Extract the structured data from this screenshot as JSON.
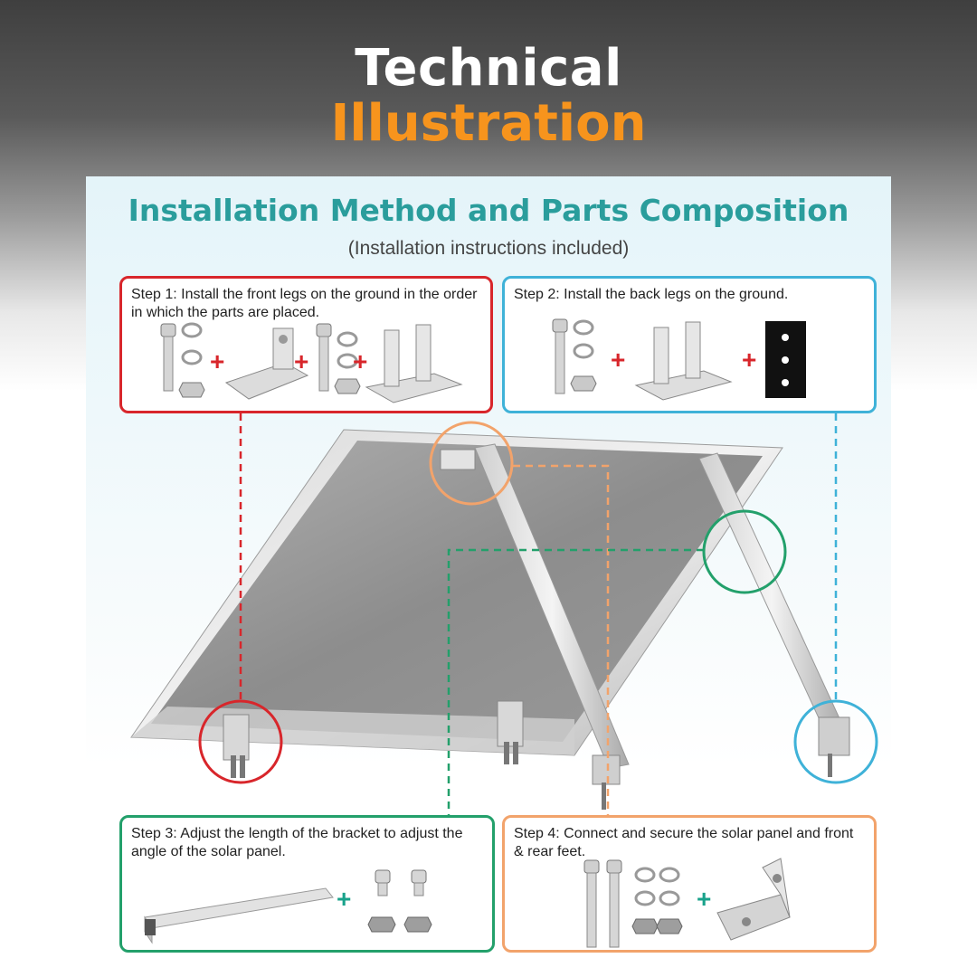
{
  "hero": {
    "line1": "Technical",
    "line2": "Illustration"
  },
  "card": {
    "title": "Installation Method and Parts Composition",
    "subtitle": "(Installation instructions included)"
  },
  "steps": [
    {
      "text": "Step 1: Install the front legs on the ground in the order in which the parts are placed."
    },
    {
      "text": "Step 2: Install the back legs on the ground."
    },
    {
      "text": "Step 3: Adjust the length of the bracket to adjust the angle of the solar panel."
    },
    {
      "text": "Step 4: Connect and secure the solar panel and front & rear feet."
    }
  ],
  "symbols": {
    "plus": "+"
  },
  "colors": {
    "hero_accent": "#f7941d",
    "title_teal": "#2a9d9c",
    "step1_red": "#d8262b",
    "step2_blue": "#3fb2d8",
    "step3_green": "#23a06b",
    "step4_orange": "#f2a36b"
  },
  "icons": [
    "bolt-icon",
    "washer-icon",
    "nut-icon",
    "l-bracket-icon",
    "u-bracket-icon",
    "plate-icon",
    "telescopic-tube-icon",
    "angle-bracket-icon",
    "solar-panel-icon"
  ]
}
